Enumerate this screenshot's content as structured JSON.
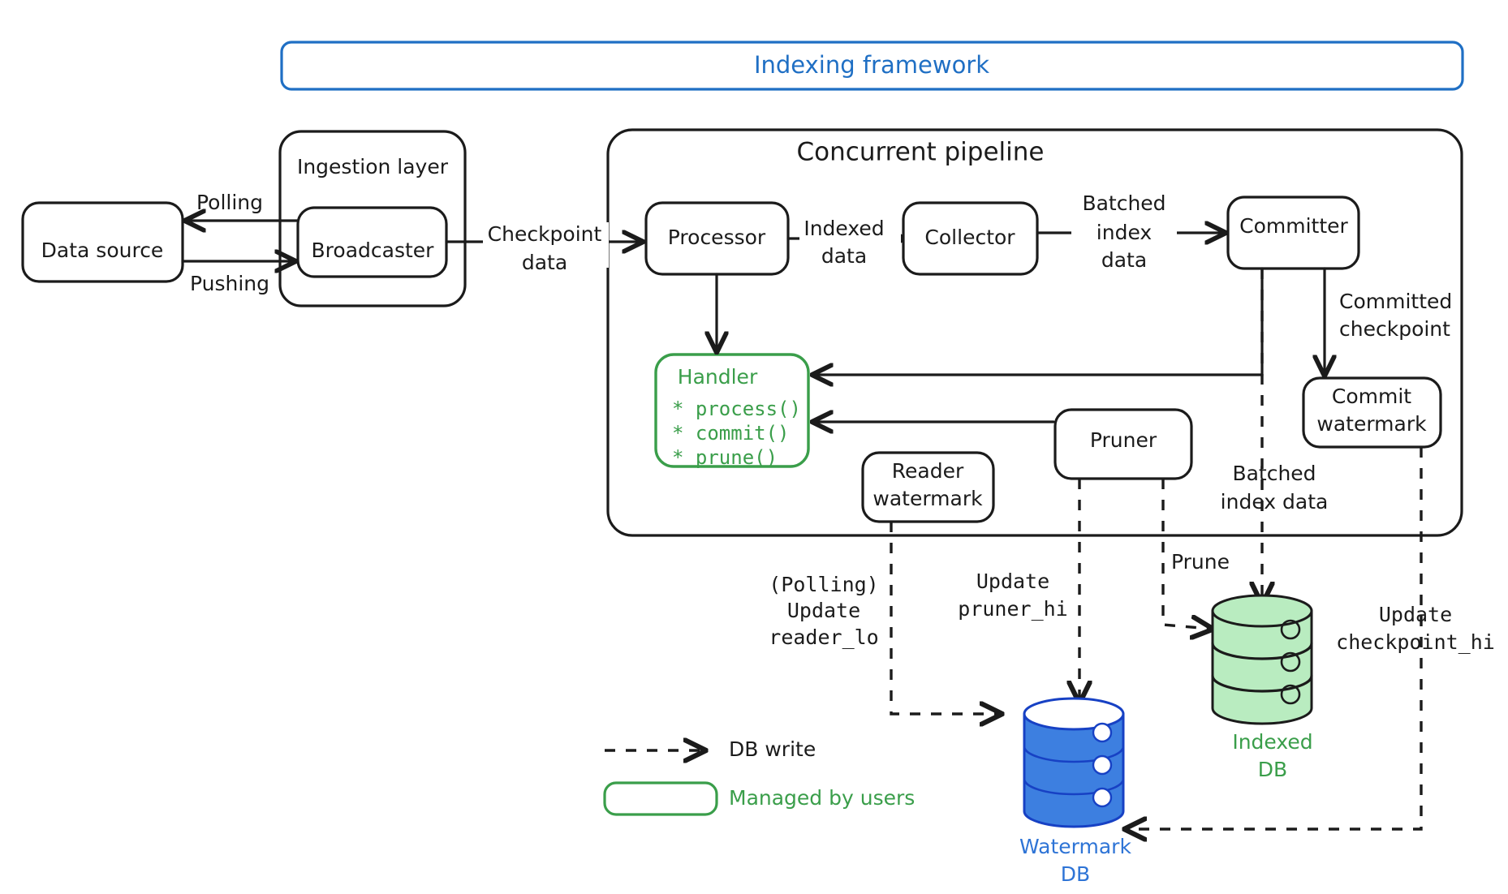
{
  "diagram": {
    "title": "Indexing framework",
    "frame_label": "Indexing framework",
    "groups": {
      "ingestion": "Ingestion layer",
      "pipeline": "Concurrent pipeline"
    },
    "nodes": {
      "data_source": "Data source",
      "broadcaster": "Broadcaster",
      "processor": "Processor",
      "collector": "Collector",
      "committer": "Committer",
      "commit_watermark_l1": "Commit",
      "commit_watermark_l2": "watermark",
      "reader_watermark_l1": "Reader",
      "reader_watermark_l2": "watermark",
      "pruner": "Pruner"
    },
    "handler": {
      "title": "Handler",
      "methods": [
        "* process()",
        "* commit()",
        "* prune()"
      ]
    },
    "edge_labels": {
      "polling": "Polling",
      "pushing": "Pushing",
      "checkpoint_data_l1": "Checkpoint",
      "checkpoint_data_l2": "data",
      "indexed_data_l1": "Indexed",
      "indexed_data_l2": "data",
      "batched_index_data_l1": "Batched",
      "batched_index_data_l2": "index",
      "batched_index_data_l3": "data",
      "committed_checkpoint_l1": "Committed",
      "committed_checkpoint_l2": "checkpoint",
      "batched_index_data2_l1": "Batched",
      "batched_index_data2_l2": "index data",
      "prune": "Prune",
      "polling_update_l1": "(Polling)",
      "polling_update_l2": "Update",
      "polling_update_l3": "reader_lo",
      "update_pruner_l1": "Update",
      "update_pruner_l2": "pruner_hi",
      "update_checkpoint_l1": "Update",
      "update_checkpoint_l2": "checkpoint_hi"
    },
    "databases": {
      "watermark": {
        "line1": "Watermark",
        "line2": "DB",
        "color": "#3d7fe0"
      },
      "indexed": {
        "line1": "Indexed",
        "line2": "DB",
        "color": "#b9ecc0"
      }
    },
    "legend": {
      "db_write": "DB write",
      "managed_by_users": "Managed by users"
    },
    "colors": {
      "frame_blue": "#1f6fc4",
      "green": "#3a9e4a",
      "db_blue": "#3d7fe0",
      "db_green": "#b9ecc0",
      "ink": "#1b1b1b"
    }
  }
}
